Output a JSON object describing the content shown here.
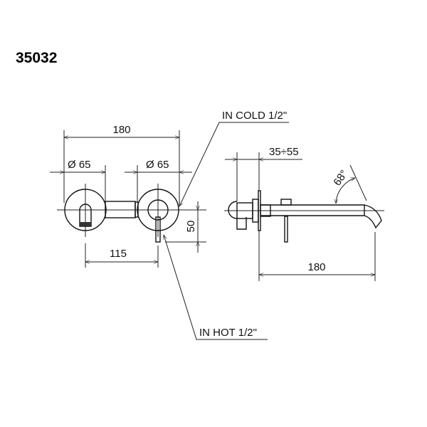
{
  "product_code": "35032",
  "front_view": {
    "overall_width": "180",
    "left_diameter": "Ø 65",
    "right_diameter": "Ø 65",
    "center_distance": "115",
    "lever_offset": "50"
  },
  "side_view": {
    "wall_depth": "35÷55",
    "spout_projection": "180",
    "spout_angle": "68°"
  },
  "labels": {
    "cold_inlet": "IN COLD 1/2\"",
    "hot_inlet": "IN HOT 1/2\""
  }
}
